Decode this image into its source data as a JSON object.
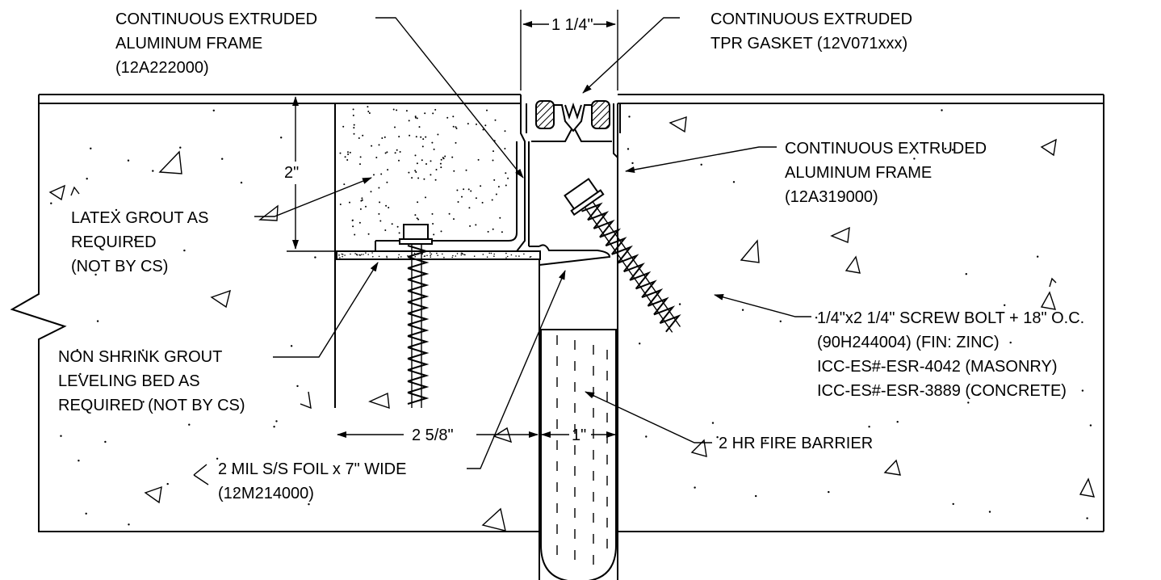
{
  "labels": {
    "frame_left": [
      "CONTINUOUS EXTRUDED",
      "ALUMINUM  FRAME",
      "(12A222000)"
    ],
    "gasket": [
      "CONTINUOUS EXTRUDED",
      "TPR GASKET (12V071xxx)"
    ],
    "frame_right": [
      "CONTINUOUS EXTRUDED",
      "ALUMINUM  FRAME",
      "(12A319000)"
    ],
    "latex_grout": [
      "LATEX GROUT AS",
      "REQUIRED",
      "(NOT BY CS)"
    ],
    "screw_bolt": [
      "1/4\"x2 1/4\" SCREW BOLT + 18\" O.C.",
      "(90H244004) (FIN: ZINC)",
      "ICC-ES#-ESR-4042 (MASONRY)",
      "ICC-ES#-ESR-3889 (CONCRETE)"
    ],
    "non_shrink": [
      "NON SHRINK GROUT",
      "LEVELING BED AS",
      "REQUIRED (NOT BY CS)"
    ],
    "fire_barrier": "2 HR FIRE BARRIER",
    "foil": [
      "2 MIL S/S FOIL x 7\" WIDE",
      "(12M214000)"
    ]
  },
  "dimensions": {
    "gap_width": "1 1/4\"",
    "depth": "2\"",
    "frame_width": "2 5/8\"",
    "barrier_width": "1\""
  },
  "colors": {
    "line": "#000000",
    "background": "#ffffff"
  }
}
